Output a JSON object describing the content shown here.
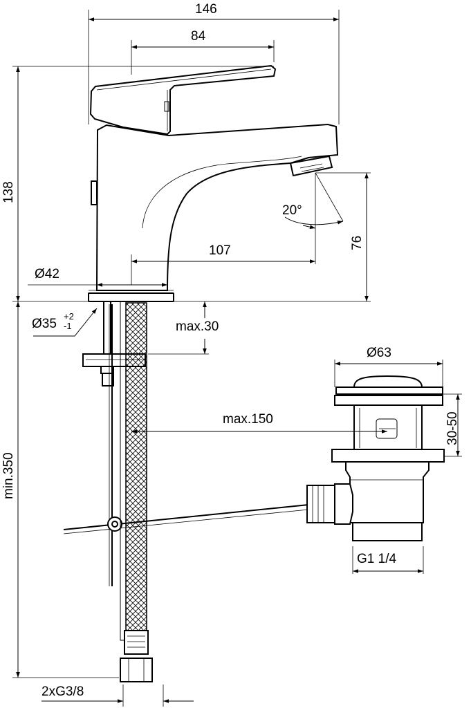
{
  "dimensions": {
    "width_total": "146",
    "lever_length": "84",
    "height_total": "138",
    "spout_angle": "20°",
    "spout_height": "76",
    "spout_reach": "107",
    "body_diameter": "Ø42",
    "hole_diameter": "Ø35",
    "hole_tol_plus": "+2",
    "hole_tol_minus": "-1",
    "max_deck": "max.30",
    "waste_diameter": "Ø63",
    "waste_height": "30-50",
    "rod_reach": "max.150",
    "hose_length": "min.350",
    "waste_thread": "G1 1/4",
    "hose_connection": "2xG3/8"
  },
  "colors": {
    "line": "#000000",
    "background": "#ffffff"
  }
}
